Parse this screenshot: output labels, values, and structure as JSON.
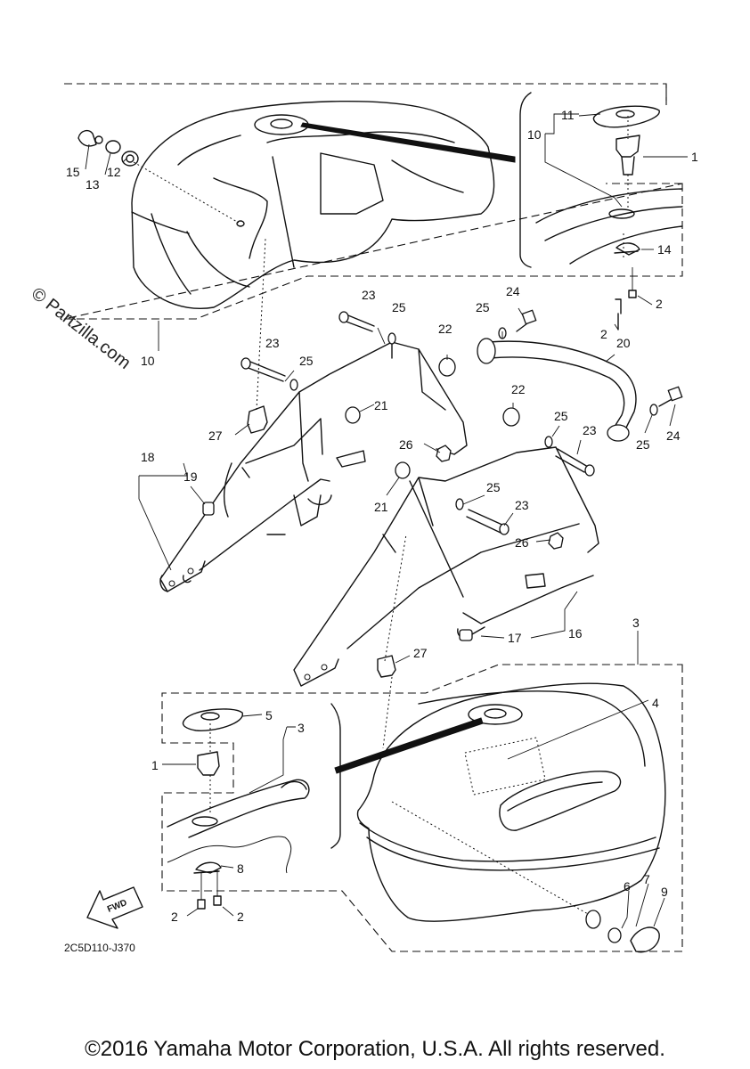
{
  "watermark": "© Partzilla.com",
  "diagram_code": "2C5D110-J370",
  "fwd_label": "FWD",
  "copyright": "©2016 Yamaha Motor Corporation, U.S.A. All rights reserved.",
  "callouts": {
    "c1a": "1",
    "c1b": "1",
    "c2a": "2",
    "c2b": "2",
    "c2c": "2",
    "c2d": "2",
    "c3a": "3",
    "c3b": "3",
    "c4": "4",
    "c5": "5",
    "c6": "6",
    "c7": "7",
    "c8": "8",
    "c9": "9",
    "c10a": "10",
    "c10b": "10",
    "c11": "11",
    "c12": "12",
    "c13": "13",
    "c14": "14",
    "c15": "15",
    "c16": "16",
    "c17": "17",
    "c18": "18",
    "c19": "19",
    "c20": "20",
    "c21a": "21",
    "c21b": "21",
    "c22a": "22",
    "c22b": "22",
    "c23a": "23",
    "c23b": "23",
    "c23c": "23",
    "c23d": "23",
    "c24a": "24",
    "c24b": "24",
    "c25a": "25",
    "c25b": "25",
    "c25c": "25",
    "c25d": "25",
    "c25e": "25",
    "c26a": "26",
    "c26b": "26",
    "c27a": "27",
    "c27b": "27"
  }
}
